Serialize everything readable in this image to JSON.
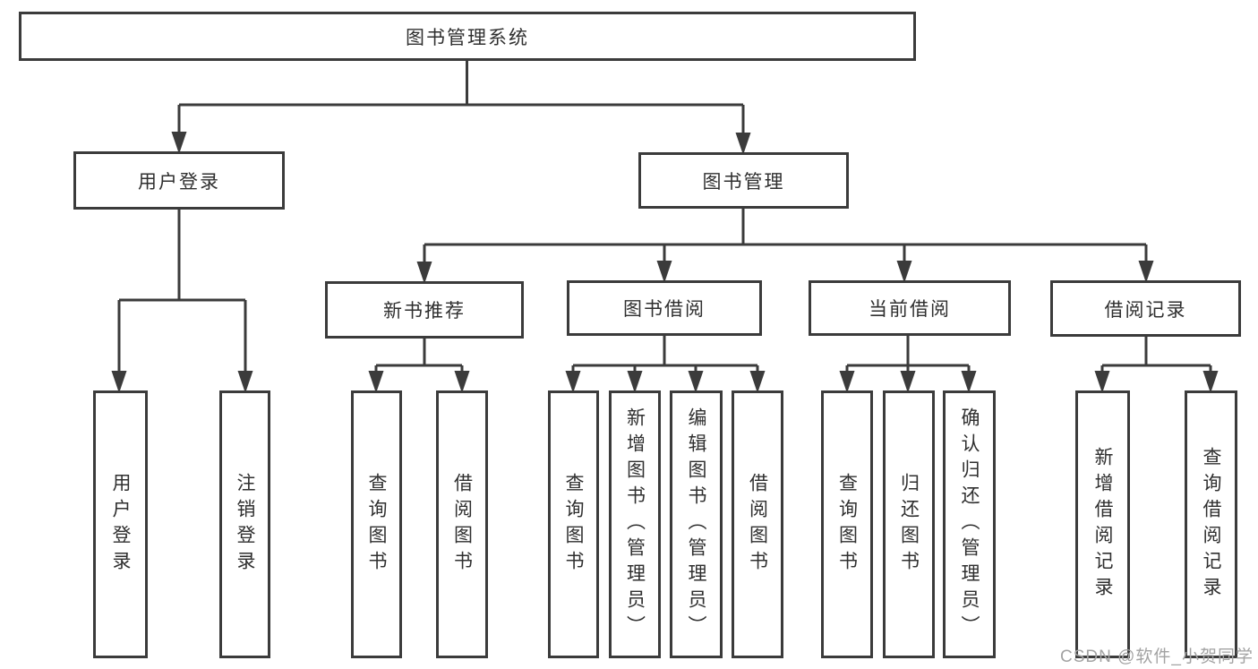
{
  "tree": {
    "root": "图书管理系统",
    "branches": [
      {
        "label": "用户登录",
        "children": [
          "用户登录",
          "注销登录"
        ]
      },
      {
        "label": "图书管理",
        "children": [
          {
            "label": "新书推荐",
            "children": [
              "查询图书",
              "借阅图书"
            ]
          },
          {
            "label": "图书借阅",
            "children": [
              "查询图书",
              "新增图书（管理员）",
              "编辑图书（管理员）",
              "借阅图书"
            ]
          },
          {
            "label": "当前借阅",
            "children": [
              "查询图书",
              "归还图书",
              "确认归还（管理员）"
            ]
          },
          {
            "label": "借阅记录",
            "children": [
              "新增借阅记录",
              "查询借阅记录"
            ]
          }
        ]
      }
    ]
  },
  "watermark": "CSDN @软件_小贺同学",
  "colors": {
    "line": "#3b3b3b",
    "box_border": "#3b3b3b",
    "box_fill": "#ffffff",
    "text": "#2f2f2f",
    "watermark": "#a3a3a3",
    "background": "#ffffff"
  }
}
